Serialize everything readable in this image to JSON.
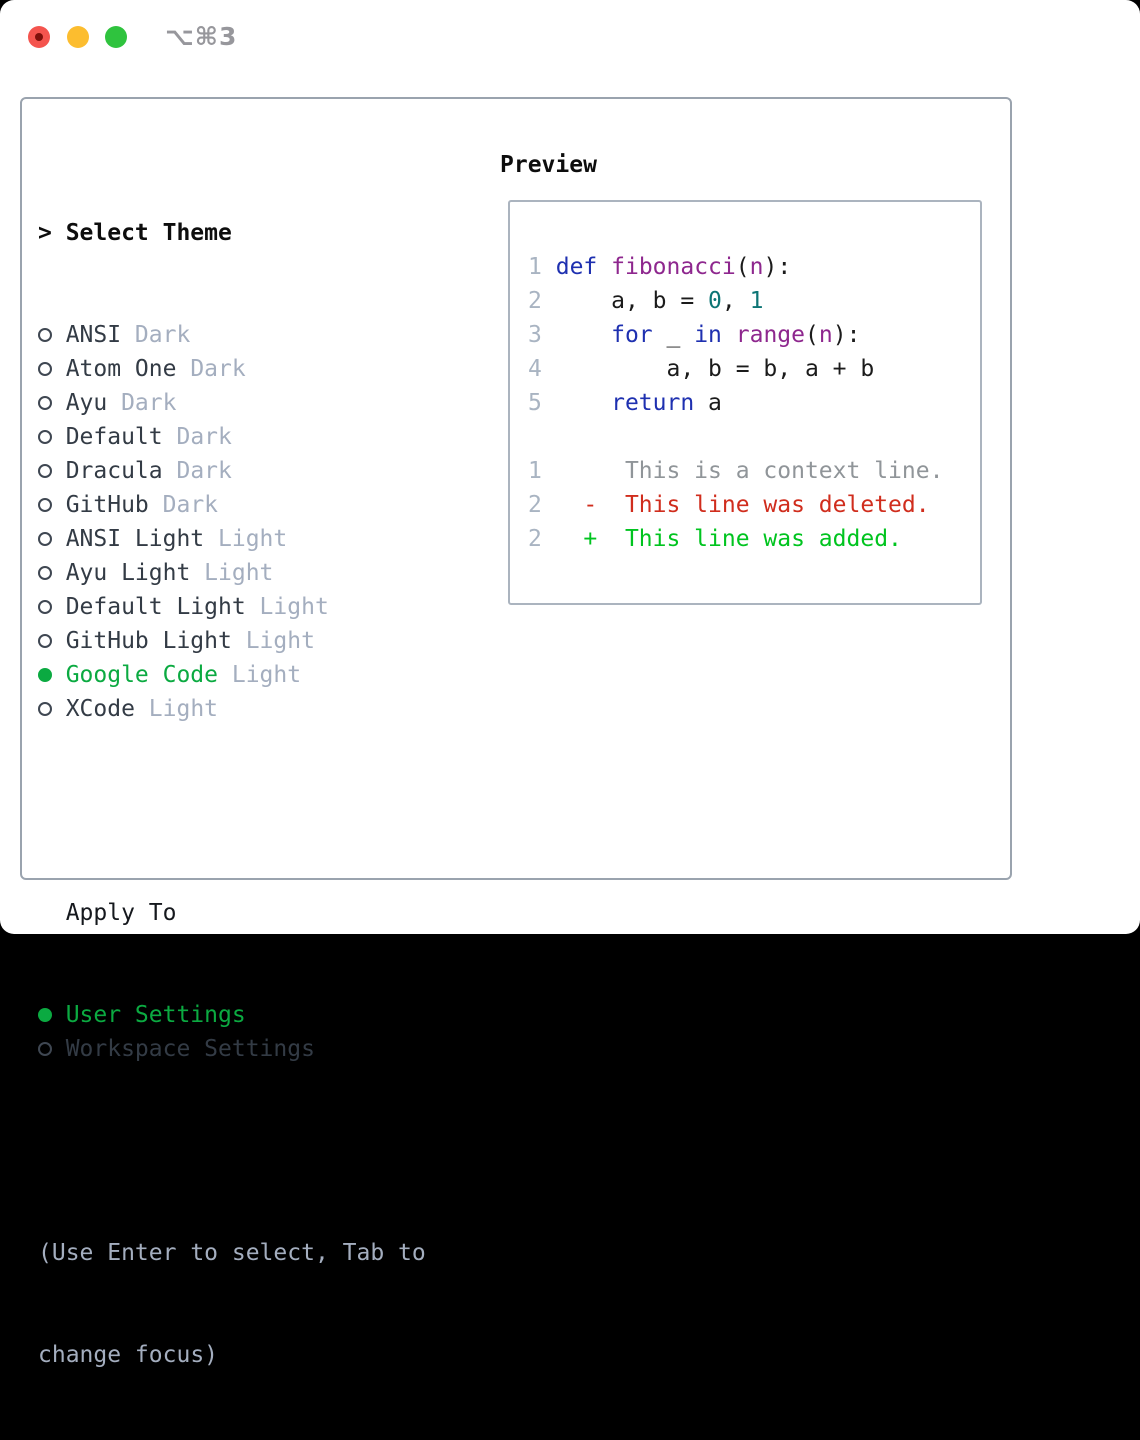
{
  "titlebar": {
    "shortcut_label": "⌥⌘3"
  },
  "theme_picker": {
    "header_marker": ">",
    "header_label": "Select Theme",
    "themes": [
      {
        "name": "ANSI",
        "variant": "Dark",
        "selected": false
      },
      {
        "name": "Atom One",
        "variant": "Dark",
        "selected": false
      },
      {
        "name": "Ayu",
        "variant": "Dark",
        "selected": false
      },
      {
        "name": "Default",
        "variant": "Dark",
        "selected": false
      },
      {
        "name": "Dracula",
        "variant": "Dark",
        "selected": false
      },
      {
        "name": "GitHub",
        "variant": "Dark",
        "selected": false
      },
      {
        "name": "ANSI Light",
        "variant": "Light",
        "selected": false
      },
      {
        "name": "Ayu Light",
        "variant": "Light",
        "selected": false
      },
      {
        "name": "Default Light",
        "variant": "Light",
        "selected": false
      },
      {
        "name": "GitHub Light",
        "variant": "Light",
        "selected": false
      },
      {
        "name": "Google Code",
        "variant": "Light",
        "selected": true
      },
      {
        "name": "XCode",
        "variant": "Light",
        "selected": false
      }
    ],
    "apply_header": "Apply To",
    "apply_options": [
      {
        "name": "User Settings",
        "selected": true
      },
      {
        "name": "Workspace Settings",
        "selected": false
      }
    ],
    "help_line_1": "(Use Enter to select, Tab to",
    "help_line_2": "change focus)"
  },
  "preview": {
    "title": "Preview",
    "code_lines": [
      {
        "num": "1",
        "segments": [
          [
            "p",
            " "
          ],
          [
            "k",
            "def"
          ],
          [
            "p",
            " "
          ],
          [
            "f",
            "fibonacci"
          ],
          [
            "p",
            "("
          ],
          [
            "prm",
            "n"
          ],
          [
            "p",
            "):"
          ]
        ]
      },
      {
        "num": "2",
        "segments": [
          [
            "p",
            "     a, b = "
          ],
          [
            "lit",
            "0"
          ],
          [
            "p",
            ", "
          ],
          [
            "lit",
            "1"
          ]
        ]
      },
      {
        "num": "3",
        "segments": [
          [
            "p",
            "     "
          ],
          [
            "k",
            "for"
          ],
          [
            "p",
            " _ "
          ],
          [
            "k",
            "in"
          ],
          [
            "p",
            " "
          ],
          [
            "f",
            "range"
          ],
          [
            "p",
            "("
          ],
          [
            "prm",
            "n"
          ],
          [
            "p",
            "):"
          ]
        ]
      },
      {
        "num": "4",
        "segments": [
          [
            "p",
            "         a, b = b, a + b"
          ]
        ]
      },
      {
        "num": "5",
        "segments": [
          [
            "p",
            "     "
          ],
          [
            "k",
            "return"
          ],
          [
            "p",
            " a"
          ]
        ]
      }
    ],
    "diff_lines": [
      {
        "num": "1",
        "segments": [
          [
            "ctx",
            "      This is a context line."
          ]
        ]
      },
      {
        "num": "2",
        "segments": [
          [
            "del",
            "   -  This line was deleted."
          ]
        ]
      },
      {
        "num": "2",
        "segments": [
          [
            "add",
            "   +  This line was added."
          ]
        ]
      }
    ]
  },
  "colors": {
    "keyword": "#1e30b0",
    "function_name": "#8e278e",
    "parameter": "#8e278e",
    "number_literal": "#0d7575",
    "code_text": "#1b1b1b",
    "line_number": "#a9b4c2",
    "context": "#909599",
    "deleted": "#d02d1d",
    "added": "#00c41f",
    "selected_green": "#0baa41",
    "item_text": "#333b45",
    "variant_text": "#a4aebf",
    "help_text": "#a4aebf",
    "header_text": "#0d0d0d",
    "apply_header_text": "#15181d",
    "radio_ring": "#3f4752",
    "panel_border": "#9aa3ae",
    "box_border": "#abb4bf",
    "window_bg": "#ffffff",
    "page_bg": "#000000",
    "titlebar_text": "#97979c",
    "light_red": "#f4544e",
    "light_red_dot": "#7e100b",
    "light_yellow": "#fcbd2f",
    "light_green": "#2fc33e"
  }
}
